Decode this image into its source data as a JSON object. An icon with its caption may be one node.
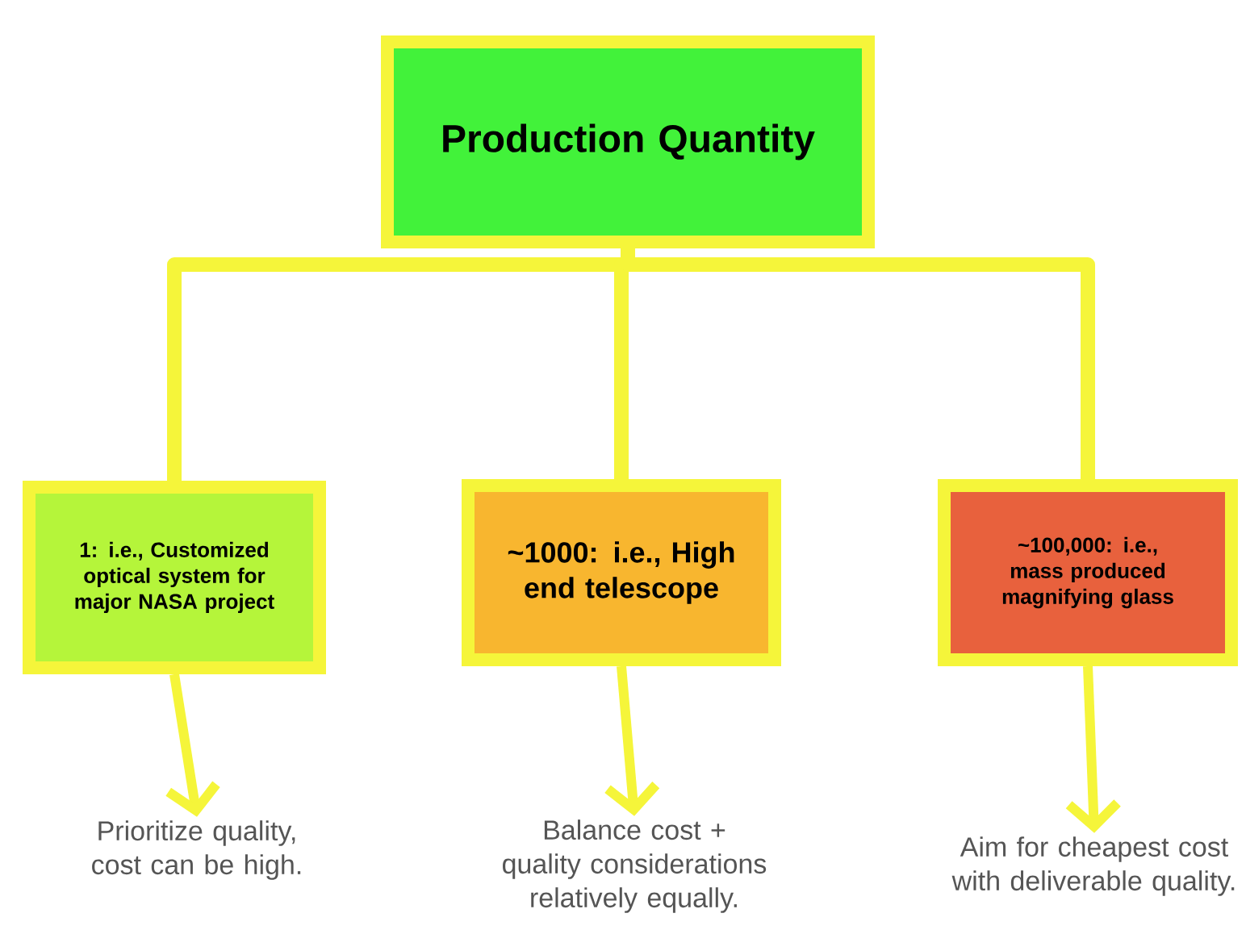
{
  "diagram": {
    "nodes": [
      {
        "text": [
          "Production Quantity"
        ]
      },
      {
        "text": [
          "1: i.e., Customized optical system for major NASA project"
        ]
      },
      {
        "text": [
          "~1000: i.e., High end telescope"
        ]
      },
      {
        "text": [
          "~100,000: i.e., mass produced magnifying glass"
        ]
      },
      {
        "text": [
          "Prioritize quality, cost can be high."
        ]
      },
      {
        "text": [
          "Balance cost + quality considerations relatively equally."
        ]
      },
      {
        "text": [
          "Aim for cheapest cost with deliverable quality."
        ]
      }
    ],
    "edges": [
      {
        "from": 0,
        "to": 1,
        "arrow": "none"
      },
      {
        "from": 0,
        "to": 2,
        "arrow": "none"
      },
      {
        "from": 0,
        "to": 3,
        "arrow": "none"
      },
      {
        "from": 1,
        "to": 4,
        "arrow": "to"
      },
      {
        "from": 2,
        "to": 5,
        "arrow": "to"
      },
      {
        "from": 3,
        "to": 6,
        "arrow": "to"
      }
    ]
  }
}
